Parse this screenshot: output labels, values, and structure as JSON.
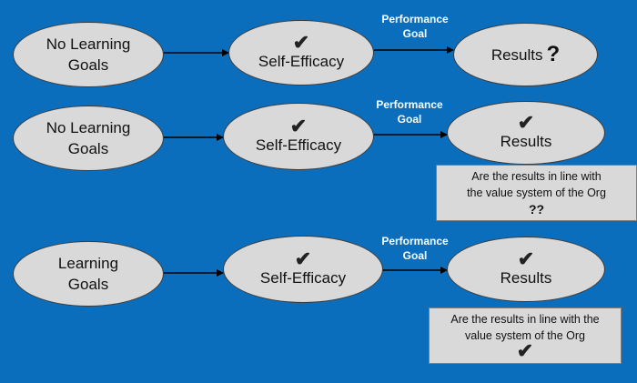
{
  "rows": [
    {
      "input": {
        "line1": "No Learning",
        "line2": "Goals"
      },
      "middle": {
        "label": "Self-Efficacy",
        "check": "✔"
      },
      "arrow_label": {
        "line1": "Performance",
        "line2": "Goal"
      },
      "result": {
        "label": "Results",
        "mark": "?"
      }
    },
    {
      "input": {
        "line1": "No Learning",
        "line2": "Goals"
      },
      "middle": {
        "label": "Self-Efficacy",
        "check": "✔"
      },
      "arrow_label": {
        "line1": "Performance",
        "line2": "Goal"
      },
      "result": {
        "label": "Results",
        "check": "✔"
      },
      "note": {
        "line1": "Are the results in line with",
        "line2": "the value system of the Org",
        "mark": "??"
      }
    },
    {
      "input": {
        "line1": "Learning",
        "line2": "Goals"
      },
      "middle": {
        "label": "Self-Efficacy",
        "check": "✔"
      },
      "arrow_label": {
        "line1": "Performance",
        "line2": "Goal"
      },
      "result": {
        "label": "Results",
        "check": "✔"
      },
      "note": {
        "line1": "Are the results in line with the",
        "line2": "value system of the Org",
        "check": "✔"
      }
    }
  ],
  "colors": {
    "background": "#0a6ebd",
    "shape_fill": "#d9d9d9",
    "arrow": "#000000",
    "label_text": "#ffffff"
  }
}
